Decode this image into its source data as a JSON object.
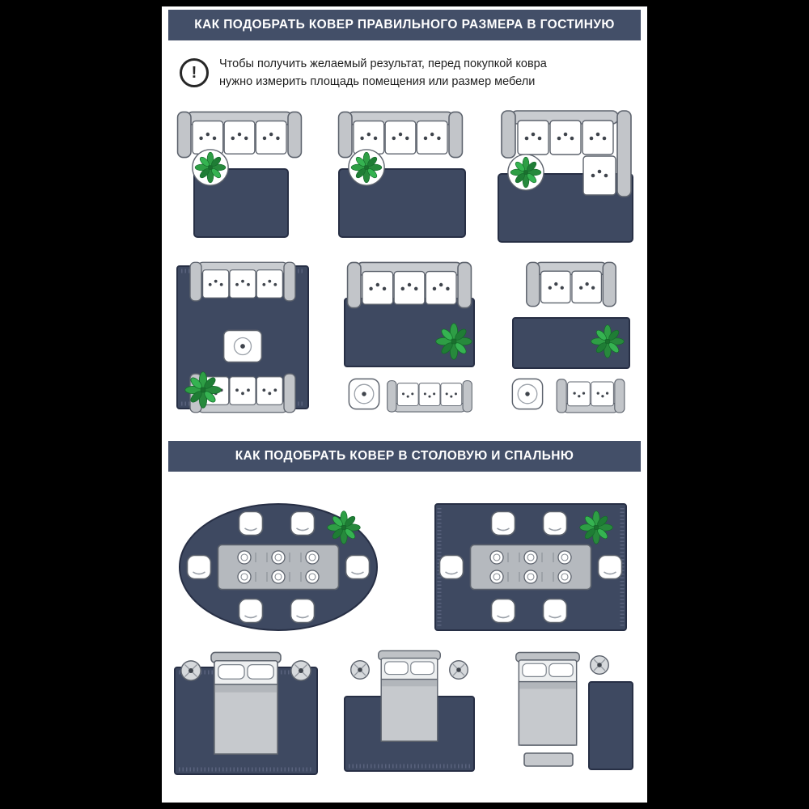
{
  "colors": {
    "background": "#000000",
    "panel": "#ffffff",
    "header_bg": "#434f68",
    "header_text": "#ffffff",
    "rug": "#3e4961",
    "sofa_gray": "#c9ccd0",
    "plant_green": "#2e9e45",
    "text": "#1e1e1e"
  },
  "living_section": {
    "title": "КАК ПОДОБРАТЬ КОВЕР ПРАВИЛЬНОГО РАЗМЕРА В ГОСТИНУЮ",
    "note": {
      "icon": "exclamation-circle-icon",
      "icon_glyph": "!",
      "line1": "Чтобы получить желаемый результат, перед покупкой ковра",
      "line2": "нужно измерить площадь помещения или размер мебели"
    }
  },
  "dining_section": {
    "title": "КАК ПОДОБРАТЬ КОВЕР В СТОЛОВУЮ И СПАЛЬНЮ"
  },
  "diagrams": {
    "living_row1": [
      "sofa-with-narrow-rug",
      "sofa-with-equal-width-rug",
      "corner-sofa-with-wide-rug"
    ],
    "living_row2": [
      "two-sofas-coffee-table-large-square-rug",
      "two-sofas-rug-under-front-legs",
      "two-sofas-small-rug-between"
    ],
    "dining": [
      "dining-table-six-chairs-oval-rug",
      "dining-table-six-chairs-rect-rug"
    ],
    "bedroom": [
      "bed-fully-on-rug",
      "bed-lower-part-on-rug",
      "bed-with-side-runner-rug"
    ]
  }
}
